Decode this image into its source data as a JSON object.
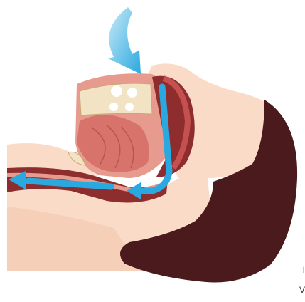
{
  "illustration": {
    "subject": "sleeping-head-airway-cross-section",
    "airflow_direction": "inhale-through-nose-to-lungs"
  },
  "edge_text": {
    "line1": "I",
    "line2": "V"
  },
  "colors": {
    "skin": "#fadbc8",
    "hair": "#4a1a1c",
    "tissue": "#e79a8e",
    "muscle": "#c4514f",
    "dark_muscle": "#8e2d2d",
    "bone": "#f1e3c4",
    "airflow": "#2aa9e0"
  }
}
